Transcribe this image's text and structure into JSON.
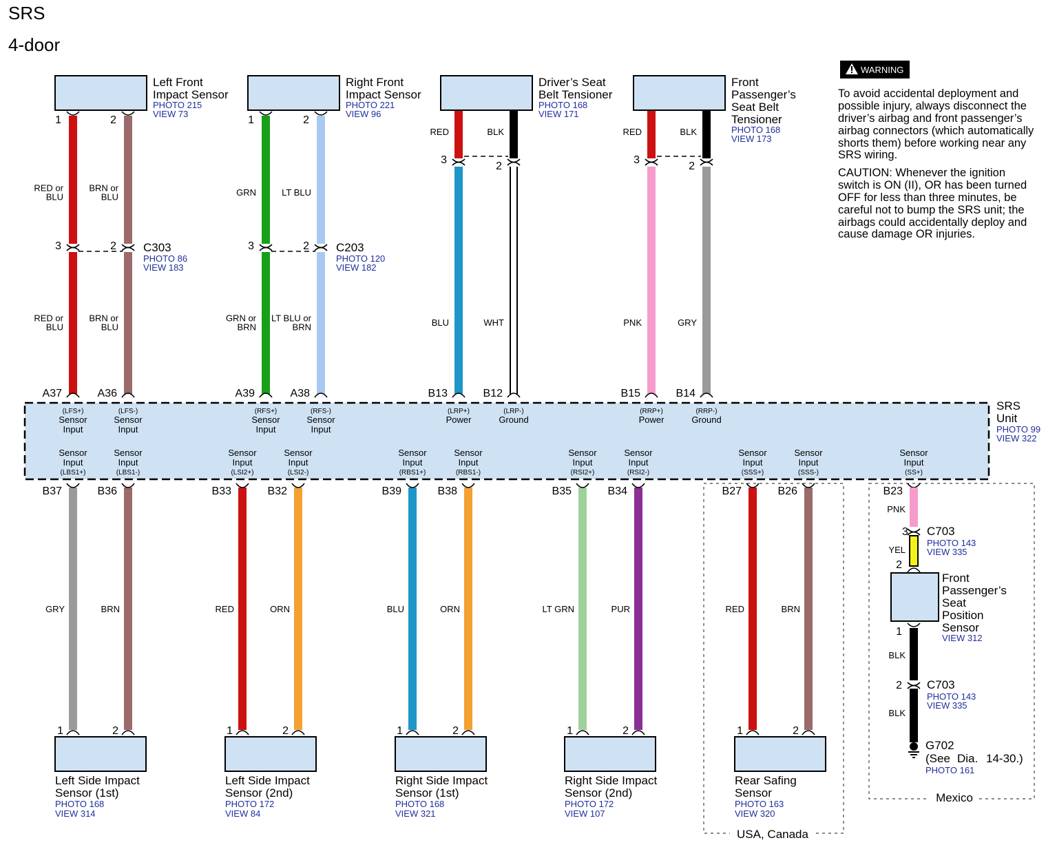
{
  "header": {
    "title": "SRS",
    "subtitle": "4-door"
  },
  "warning": {
    "badge": "WARNING",
    "text_lines": [
      "To avoid accidental deployment and",
      "possible injury, always disconnect the",
      "driver’s airbag and front passenger’s",
      "airbag connectors (which automatically",
      "shorts them) before working near any",
      "SRS wiring."
    ],
    "caution_lines": [
      "CAUTION: Whenever the ignition",
      "switch is ON (II), OR has been turned",
      "OFF for less than three minutes, be",
      "careful not to bump the SRS unit; the",
      "airbags could accidentally deploy and",
      "cause damage OR injuries."
    ]
  },
  "srs_unit": {
    "name_lines": [
      "SRS",
      "Unit"
    ],
    "photo": "PHOTO 99",
    "view": "VIEW 322",
    "top_pins": [
      {
        "id": "A37",
        "signal": "(LFS+)",
        "desc": [
          "Sensor",
          "Input"
        ]
      },
      {
        "id": "A36",
        "signal": "(LFS-)",
        "desc": [
          "Sensor",
          "Input"
        ]
      },
      {
        "id": "A39",
        "signal": "(RFS+)",
        "desc": [
          "Sensor",
          "Input"
        ]
      },
      {
        "id": "A38",
        "signal": "(RFS-)",
        "desc": [
          "Sensor",
          "Input"
        ]
      },
      {
        "id": "B13",
        "signal": "(LRP+)",
        "desc": [
          "Power"
        ]
      },
      {
        "id": "B12",
        "signal": "(LRP-)",
        "desc": [
          "Ground"
        ]
      },
      {
        "id": "B15",
        "signal": "(RRP+)",
        "desc": [
          "Power"
        ]
      },
      {
        "id": "B14",
        "signal": "(RRP-)",
        "desc": [
          "Ground"
        ]
      }
    ],
    "bottom_pins": [
      {
        "id": "B37",
        "signal": "(LBS1+)",
        "desc": [
          "Sensor",
          "Input"
        ]
      },
      {
        "id": "B36",
        "signal": "(LBS1-)",
        "desc": [
          "Sensor",
          "Input"
        ]
      },
      {
        "id": "B33",
        "signal": "(LSI2+)",
        "desc": [
          "Sensor",
          "Input"
        ]
      },
      {
        "id": "B32",
        "signal": "(LSI2-)",
        "desc": [
          "Sensor",
          "Input"
        ]
      },
      {
        "id": "B39",
        "signal": "(RBS1+)",
        "desc": [
          "Sensor",
          "Input"
        ]
      },
      {
        "id": "B38",
        "signal": "(RBS1-)",
        "desc": [
          "Sensor",
          "Input"
        ]
      },
      {
        "id": "B35",
        "signal": "(RSI2+)",
        "desc": [
          "Sensor",
          "Input"
        ]
      },
      {
        "id": "B34",
        "signal": "(RSI2-)",
        "desc": [
          "Sensor",
          "Input"
        ]
      },
      {
        "id": "B27",
        "signal": "(SSS+)",
        "desc": [
          "Sensor",
          "Input"
        ]
      },
      {
        "id": "B26",
        "signal": "(SSS-)",
        "desc": [
          "Sensor",
          "Input"
        ]
      },
      {
        "id": "B23",
        "signal": "(SS+)",
        "desc": [
          "Sensor",
          "Input"
        ]
      }
    ]
  },
  "top_components": [
    {
      "name_lines": [
        "Left Front",
        "Impact Sensor"
      ],
      "photo": "PHOTO 215",
      "view": "VIEW 73",
      "pins": [
        "1",
        "2"
      ],
      "wire_labels": [
        [
          "RED or",
          "BLU"
        ],
        [
          "BRN or",
          "BLU"
        ]
      ],
      "wire_labels_lower": [
        [
          "RED or",
          "BLU"
        ],
        [
          "BRN or",
          "BLU"
        ]
      ],
      "connector": {
        "name": "C303",
        "pins": [
          "3",
          "2"
        ],
        "photo": "PHOTO 86",
        "view": "VIEW 183"
      }
    },
    {
      "name_lines": [
        "Right Front",
        "Impact Sensor"
      ],
      "photo": "PHOTO 221",
      "view": "VIEW 96",
      "pins": [
        "1",
        "2"
      ],
      "wire_labels": [
        [
          "GRN"
        ],
        [
          "LT BLU"
        ]
      ],
      "wire_labels_lower": [
        [
          "GRN or",
          "BRN"
        ],
        [
          "LT BLU or",
          "BRN"
        ]
      ],
      "connector": {
        "name": "C203",
        "pins": [
          "3",
          "2"
        ],
        "photo": "PHOTO 120",
        "view": "VIEW 182"
      }
    },
    {
      "name_lines": [
        "Driver’s Seat",
        "Belt Tensioner"
      ],
      "photo": "PHOTO 168",
      "view": "VIEW 171",
      "wire_labels": [
        [
          "RED"
        ],
        [
          "BLK"
        ]
      ],
      "wire_labels_lower": [
        [
          "BLU"
        ],
        [
          "WHT"
        ]
      ],
      "connector_pins": [
        "3",
        "2"
      ]
    },
    {
      "name_lines": [
        "Front",
        "Passenger’s",
        "Seat Belt",
        "Tensioner"
      ],
      "photo": "PHOTO 168",
      "view": "VIEW 173",
      "wire_labels": [
        [
          "RED"
        ],
        [
          "BLK"
        ]
      ],
      "wire_labels_lower": [
        [
          "PNK"
        ],
        [
          "GRY"
        ]
      ],
      "connector_pins": [
        "3",
        "2"
      ]
    }
  ],
  "bottom_components": [
    {
      "name_lines": [
        "Left Side Impact",
        "Sensor (1st)"
      ],
      "photo": "PHOTO 168",
      "view": "VIEW 314",
      "pins": [
        "1",
        "2"
      ],
      "wire_labels": [
        "GRY",
        "BRN"
      ]
    },
    {
      "name_lines": [
        "Left Side Impact",
        "Sensor (2nd)"
      ],
      "photo": "PHOTO 172",
      "view": "VIEW 84",
      "pins": [
        "1",
        "2"
      ],
      "wire_labels": [
        "RED",
        "ORN"
      ]
    },
    {
      "name_lines": [
        "Right Side Impact",
        "Sensor (1st)"
      ],
      "photo": "PHOTO 168",
      "view": "VIEW 321",
      "pins": [
        "1",
        "2"
      ],
      "wire_labels": [
        "BLU",
        "ORN"
      ]
    },
    {
      "name_lines": [
        "Right Side Impact",
        "Sensor (2nd)"
      ],
      "photo": "PHOTO 172",
      "view": "VIEW 107",
      "pins": [
        "1",
        "2"
      ],
      "wire_labels": [
        "LT GRN",
        "PUR"
      ]
    },
    {
      "name_lines": [
        "Rear Safing",
        "Sensor"
      ],
      "photo": "PHOTO 163",
      "view": "VIEW 320",
      "pins": [
        "1",
        "2"
      ],
      "wire_labels": [
        "RED",
        "BRN"
      ]
    }
  ],
  "mexico_branch": {
    "wire1_label": "PNK",
    "c703_top": {
      "name": "C703",
      "pins": [
        "3",
        "2"
      ],
      "photo": "PHOTO 143",
      "view": "VIEW 335"
    },
    "wire2_label": "YEL",
    "sensor": {
      "name_lines": [
        "Front",
        "Passenger’s",
        "Seat",
        "Position",
        "Sensor"
      ],
      "view": "VIEW 312",
      "pin": "1"
    },
    "wire3_label": "BLK",
    "c703_bottom": {
      "name": "C703",
      "pin": "2",
      "photo": "PHOTO 143",
      "view": "VIEW 335"
    },
    "wire4_label": "BLK",
    "ground": {
      "name": "G702",
      "see_text": "(See",
      "dia_label": "Dia.",
      "dia_ref": "14-30.",
      "close_paren": ")",
      "photo": "PHOTO 161"
    }
  },
  "regions": {
    "usa_canada": "USA, Canada",
    "mexico": "Mexico"
  },
  "colors": {
    "RED": "#cc1111",
    "BRN": "#9b6a6a",
    "GRN": "#17a017",
    "LTBLU": "#a9c9f0",
    "BLU": "#1e96c8",
    "BLK": "#000000",
    "WHT": "#ffffff",
    "PNK": "#f59ccc",
    "GRY": "#9a9a9a",
    "ORN": "#f5a033",
    "LTGRN": "#9fd19c",
    "PUR": "#8b2f96",
    "YEL": "#f2f21a",
    "box_fill": "#cfe2f3",
    "ref_text": "#1f2e9c"
  }
}
